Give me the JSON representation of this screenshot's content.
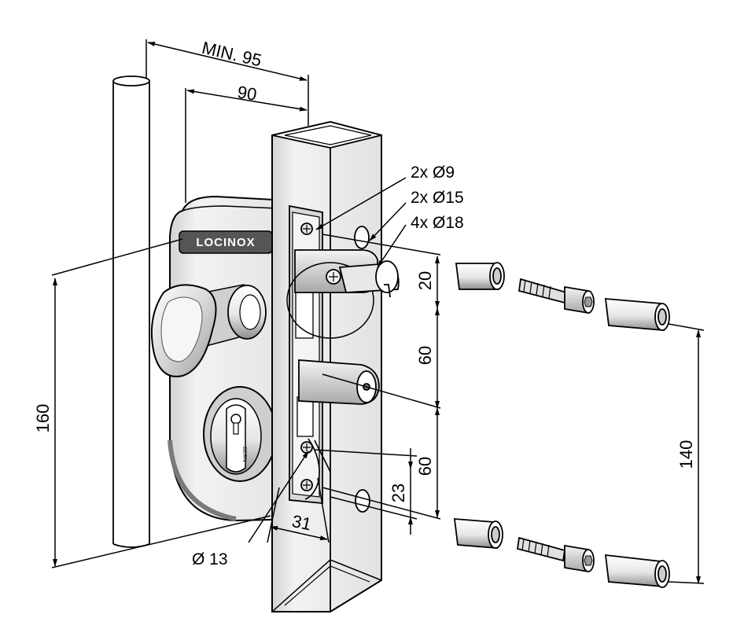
{
  "brand": "LOCINOX",
  "cylinder_marking": "BERN",
  "dimensions": {
    "min_95": "MIN. 95",
    "d90": "90",
    "d160": "160",
    "d20": "20",
    "d60_top": "60",
    "d60_bottom": "60",
    "d23": "23",
    "d31": "31",
    "d140": "140"
  },
  "callouts": {
    "holes_9": "2x Ø9",
    "holes_15": "2x Ø15",
    "holes_18": "4x Ø18",
    "hole_13": "Ø 13"
  },
  "colors": {
    "line": "#000000",
    "body_fill": "#ececec",
    "shadow": "#bdbdbd",
    "post_fill": "#fafafa"
  }
}
